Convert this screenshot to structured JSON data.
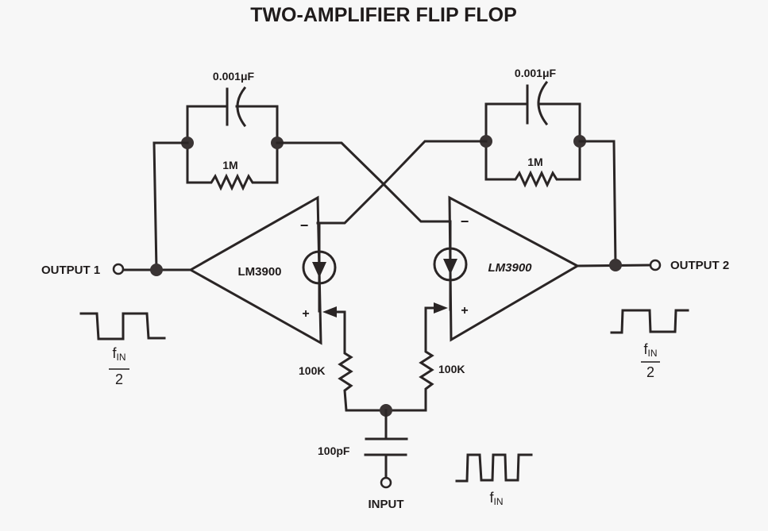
{
  "title": "TWO-AMPLIFIER FLIP FLOP",
  "components": {
    "left_feedback_capacitor": {
      "label": "0.001μF"
    },
    "left_feedback_resistor": {
      "label": "1M"
    },
    "right_feedback_capacitor": {
      "label": "0.001μF"
    },
    "right_feedback_resistor": {
      "label": "1M"
    },
    "left_amplifier": {
      "label": "LM3900",
      "minus": "−",
      "plus": "+"
    },
    "right_amplifier": {
      "label": "LM3900",
      "minus": "−",
      "plus": "+"
    },
    "left_input_resistor": {
      "label": "100K"
    },
    "right_input_resistor": {
      "label": "100K"
    },
    "input_capacitor": {
      "label": "100pF"
    }
  },
  "terminals": {
    "output1": {
      "label": "OUTPUT 1"
    },
    "output2": {
      "label": "OUTPUT 2"
    },
    "input": {
      "label": "INPUT"
    }
  },
  "waveforms": {
    "output1": {
      "freq_symbol": "f",
      "freq_sub": "IN",
      "divisor": "2"
    },
    "output2": {
      "freq_symbol": "f",
      "freq_sub": "IN",
      "divisor": "2"
    },
    "input": {
      "freq_symbol": "f",
      "freq_sub": "IN"
    }
  }
}
